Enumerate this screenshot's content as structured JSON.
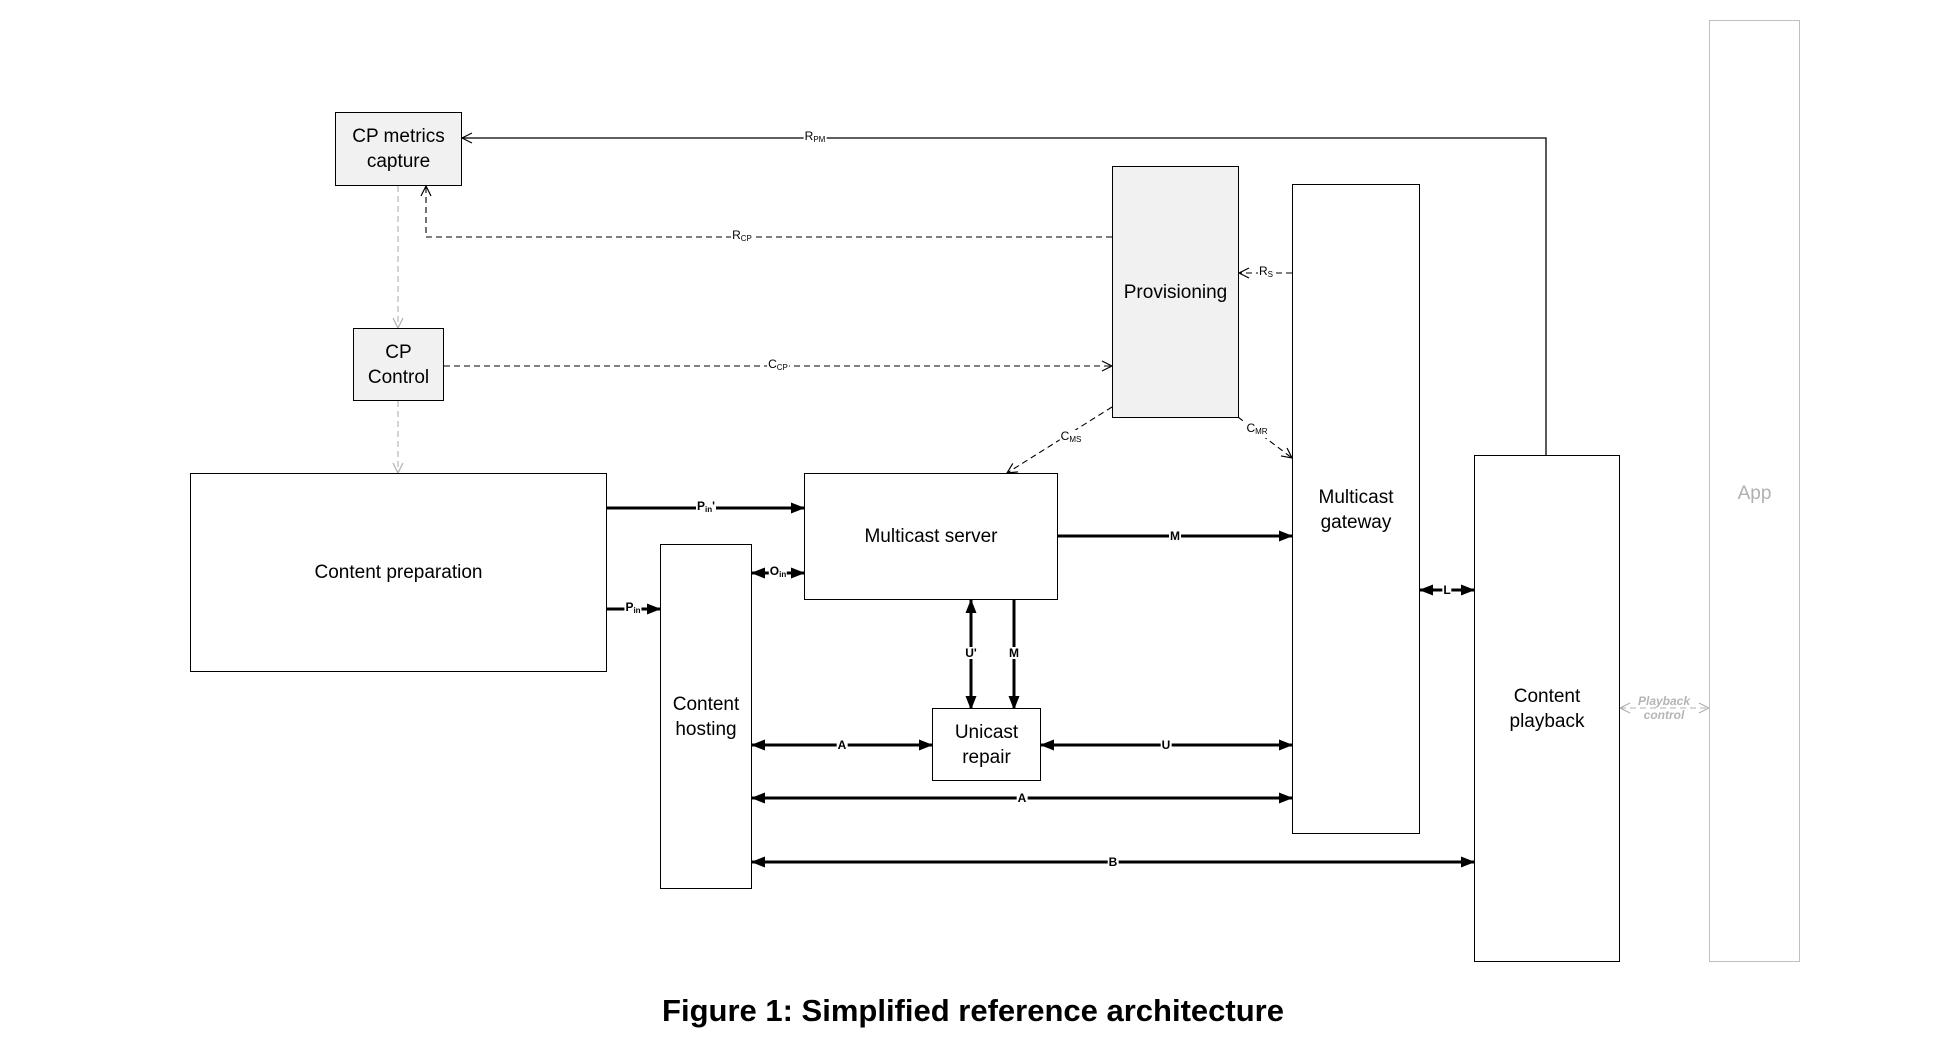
{
  "boxes": {
    "cp_metrics_capture": "CP metrics\ncapture",
    "cp_control": "CP\nControl",
    "provisioning": "Provisioning",
    "content_preparation": "Content preparation",
    "multicast_server": "Multicast server",
    "content_hosting": "Content\nhosting",
    "unicast_repair": "Unicast\nrepair",
    "multicast_gateway": "Multicast\ngateway",
    "content_playback": "Content\nplayback",
    "app": "App"
  },
  "interfaces": {
    "r_pm": {
      "base": "R",
      "sub": "PM"
    },
    "r_cp": {
      "base": "R",
      "sub": "CP"
    },
    "r_s": {
      "base": "R",
      "sub": "S"
    },
    "c_cp": {
      "base": "C",
      "sub": "CP"
    },
    "c_ms": {
      "base": "C",
      "sub": "MS"
    },
    "c_mr": {
      "base": "C",
      "sub": "MR"
    },
    "p_in_prime": {
      "base": "P",
      "sub": "in",
      "suffix": "'"
    },
    "p_in": {
      "base": "P",
      "sub": "in"
    },
    "o_in": {
      "base": "O",
      "sub": "in"
    },
    "m_main": "M",
    "m_repair": "M",
    "u_prime": "U'",
    "l": "L",
    "a_repair": "A",
    "a_gateway": "A",
    "u_repair": "U",
    "b": "B",
    "playback_control": "Playback\ncontrol"
  },
  "caption": "Figure 1: Simplified reference architecture"
}
